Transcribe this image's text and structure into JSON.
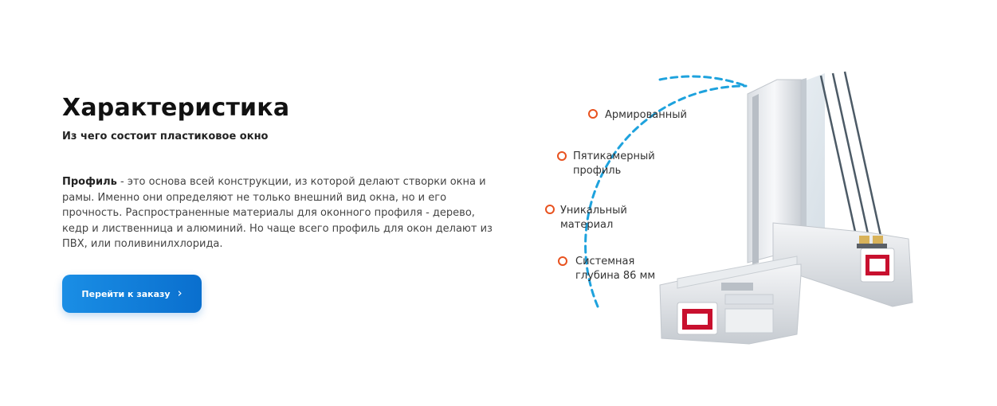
{
  "section": {
    "title": "Характеристика",
    "subtitle": "Из чего состоит пластиковое окно",
    "description_bold": "Профиль",
    "description_text": " - это основа всей конструкции, из которой делают створки окна и рамы. Именно они определяют не только внешний вид окна, но и его прочность. Распространенные материалы для оконного профиля - дерево, кедр и лиственница и алюминий. Но чаще всего профиль для окон делают из ПВХ, или поливинилхлорида.",
    "cta_label": "Перейти к заказу"
  },
  "features": [
    {
      "line1": "Армированный",
      "line2": ""
    },
    {
      "line1": "Пятикамерный",
      "line2": "профиль"
    },
    {
      "line1": "Уникальный",
      "line2": "материал"
    },
    {
      "line1": "Системная",
      "line2": "глубина 86 мм"
    }
  ],
  "colors": {
    "accent_blue": "#1a8ee5",
    "arc_blue": "#1ea2dd",
    "marker_orange": "#e8521f",
    "profile_red": "#c8102e"
  },
  "icons": {
    "cta": "chevron-right-icon",
    "feature_marker": "circle-marker-icon",
    "illustration": "window-profile-cutaway"
  }
}
